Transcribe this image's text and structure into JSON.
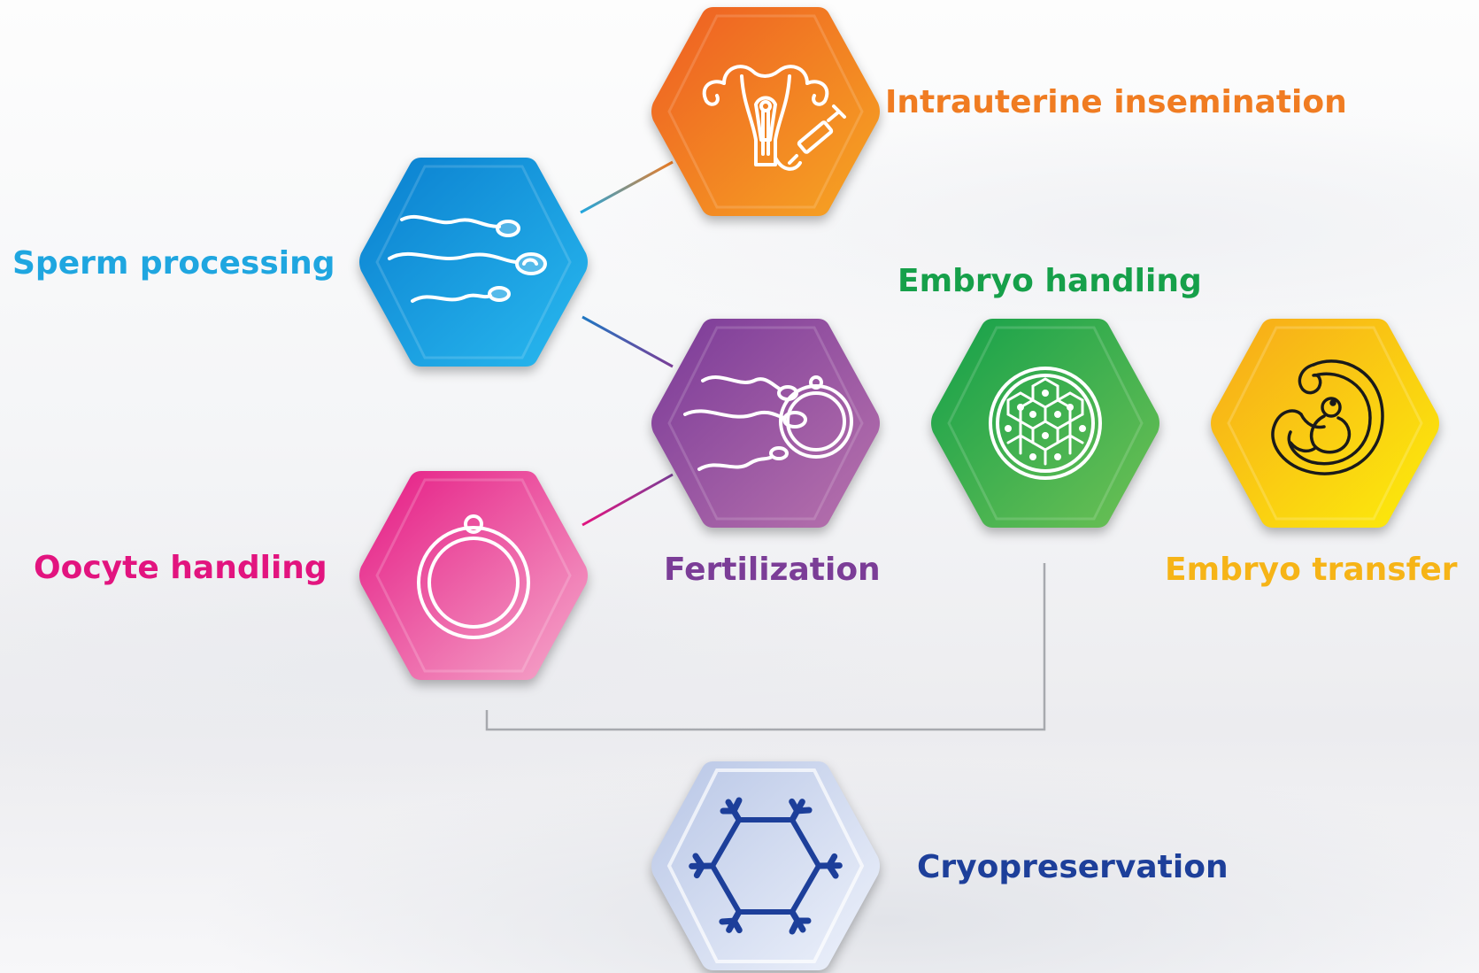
{
  "nodes": {
    "intrauterine": {
      "label": "Intrauterine insemination",
      "color": "#f07c22",
      "grad": [
        "#ee5d23",
        "#f6a623"
      ],
      "icon": "uterus-syringe-icon"
    },
    "sperm": {
      "label": "Sperm processing",
      "color": "#1fa6e0",
      "grad": [
        "#0a7fcf",
        "#29b9ef"
      ],
      "icon": "sperm-icon"
    },
    "embryo": {
      "label": "Embryo handling",
      "color": "#16a04a",
      "grad": [
        "#14a04a",
        "#6fc155"
      ],
      "icon": "blastocyst-icon"
    },
    "fertilization": {
      "label": "Fertilization",
      "color": "#7b3d97",
      "grad": [
        "#7a3a98",
        "#b873ad"
      ],
      "icon": "fertilization-icon"
    },
    "transfer": {
      "label": "Embryo transfer",
      "color": "#f6b417",
      "grad": [
        "#f7a81b",
        "#fcee0a"
      ],
      "icon": "fetus-icon"
    },
    "oocyte": {
      "label": "Oocyte handling",
      "color": "#e2147f",
      "grad": [
        "#e51a84",
        "#f5a9cb"
      ],
      "icon": "oocyte-icon"
    },
    "cryo": {
      "label": "Cryopreservation",
      "color": "#1d3f9a",
      "grad": [
        "#b8c6e6",
        "#eef2fb"
      ],
      "icon": "snowflake-icon"
    }
  }
}
